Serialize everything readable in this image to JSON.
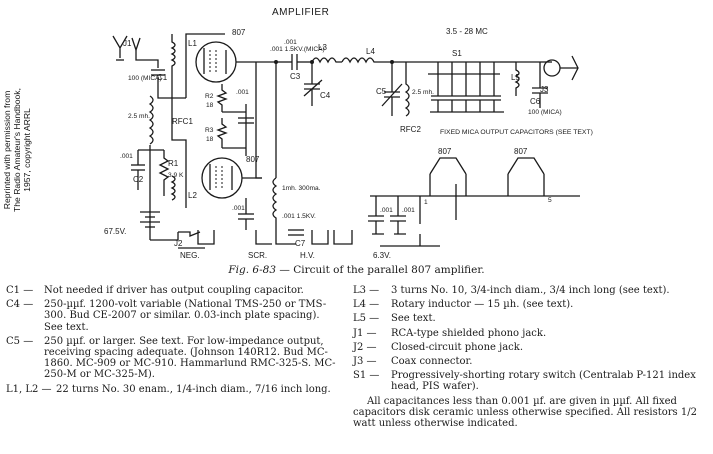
{
  "credit": {
    "line1": "Reprinted with permission from",
    "line2": "The Radio Amateur's Handbook,",
    "line3": "1957, copyright ARRL"
  },
  "schematic": {
    "title": "AMPLIFIER",
    "band": "3.5 - 28 MC",
    "labels": {
      "j1": "J1",
      "c1": "C1",
      "c1_value": "100 (MICA)",
      "rfc1_value": "2.5 mh.",
      "rfc1": "RFC1",
      "c2_value": ".001",
      "c2": "C2",
      "r1": "R1",
      "r1_value": "3.9 K",
      "battery": "67.5V.",
      "l1": "L1",
      "l2": "L2",
      "tube_top": "807",
      "tube_bottom": "807",
      "r2": "R2",
      "r2_value": "18",
      "r3": "R3",
      "r3_value": "18",
      "cap_a": ".001",
      "cap_b": ".001",
      "c3_value": ".001 1.5KV.(MICA)",
      "c3": "C3",
      "c4": "C4",
      "l3": "L3",
      "l4": "L4",
      "c5": "C5",
      "rfc2_value": "2.5 mh.",
      "rfc2": "RFC2",
      "s1": "S1",
      "l5": "L5",
      "c6": "C6",
      "c6_value": "100 (MICA)",
      "j3": "J3",
      "mica_note": "FIXED MICA OUTPUT CAPACITORS (SEE TEXT)",
      "choke_value": "1mh. 300ma.",
      "c7_value": ".001 1.5KV.",
      "c7": "C7",
      "j2": "J2",
      "neg": "NEG.",
      "scr": "SCR.",
      "hv": "H.V.",
      "heater": "6.3V.",
      "heater_cap_a": ".001",
      "heater_cap_b": ".001",
      "socket_a": "807",
      "socket_b": "807",
      "pin1": "1",
      "pin5": "5"
    }
  },
  "caption": {
    "fig": "Fig. 6-83",
    "text": " — Circuit of the parallel 807 amplifier."
  },
  "parts_left": [
    {
      "ref": "C1 —",
      "text": "Not needed if driver has output coupling capacitor."
    },
    {
      "ref": "C4 —",
      "text": "250-µµf. 1200-volt variable (National TMS-250 or TMS-300. Bud CE-2007 or similar. 0.03-inch plate spacing). See text."
    },
    {
      "ref": "C5 —",
      "text": "250 µµf. or larger. See text. For low-impedance output, receiving spacing adequate. (Johnson 140R12. Bud MC-1860. MC-909 or MC-910. Hammarlund RMC-325-S. MC-250-M or MC-325-M)."
    },
    {
      "ref": "L1, L2 —",
      "text": "22 turns No. 30 enam., 1/4-inch diam., 7/16 inch long."
    }
  ],
  "parts_right": [
    {
      "ref": "L3 —",
      "text": "3 turns No. 10, 3/4-inch diam., 3/4 inch long (see text)."
    },
    {
      "ref": "L4 —",
      "text": "Rotary inductor — 15 µh. (see text)."
    },
    {
      "ref": "L5 —",
      "text": "See text."
    },
    {
      "ref": "J1 —",
      "text": "RCA-type shielded phono jack."
    },
    {
      "ref": "J2 —",
      "text": "Closed-circuit phone jack."
    },
    {
      "ref": "J3 —",
      "text": "Coax connector."
    },
    {
      "ref": "S1 —",
      "text": "Progressively-shorting rotary switch (Centralab P-121 index head, PIS wafer)."
    }
  ],
  "notes": {
    "n1": "All capacitances less than 0.001 µf. are given in µµf. All fixed capacitors disk ceramic unless otherwise specified. All resistors 1/2 watt unless otherwise indicated."
  }
}
